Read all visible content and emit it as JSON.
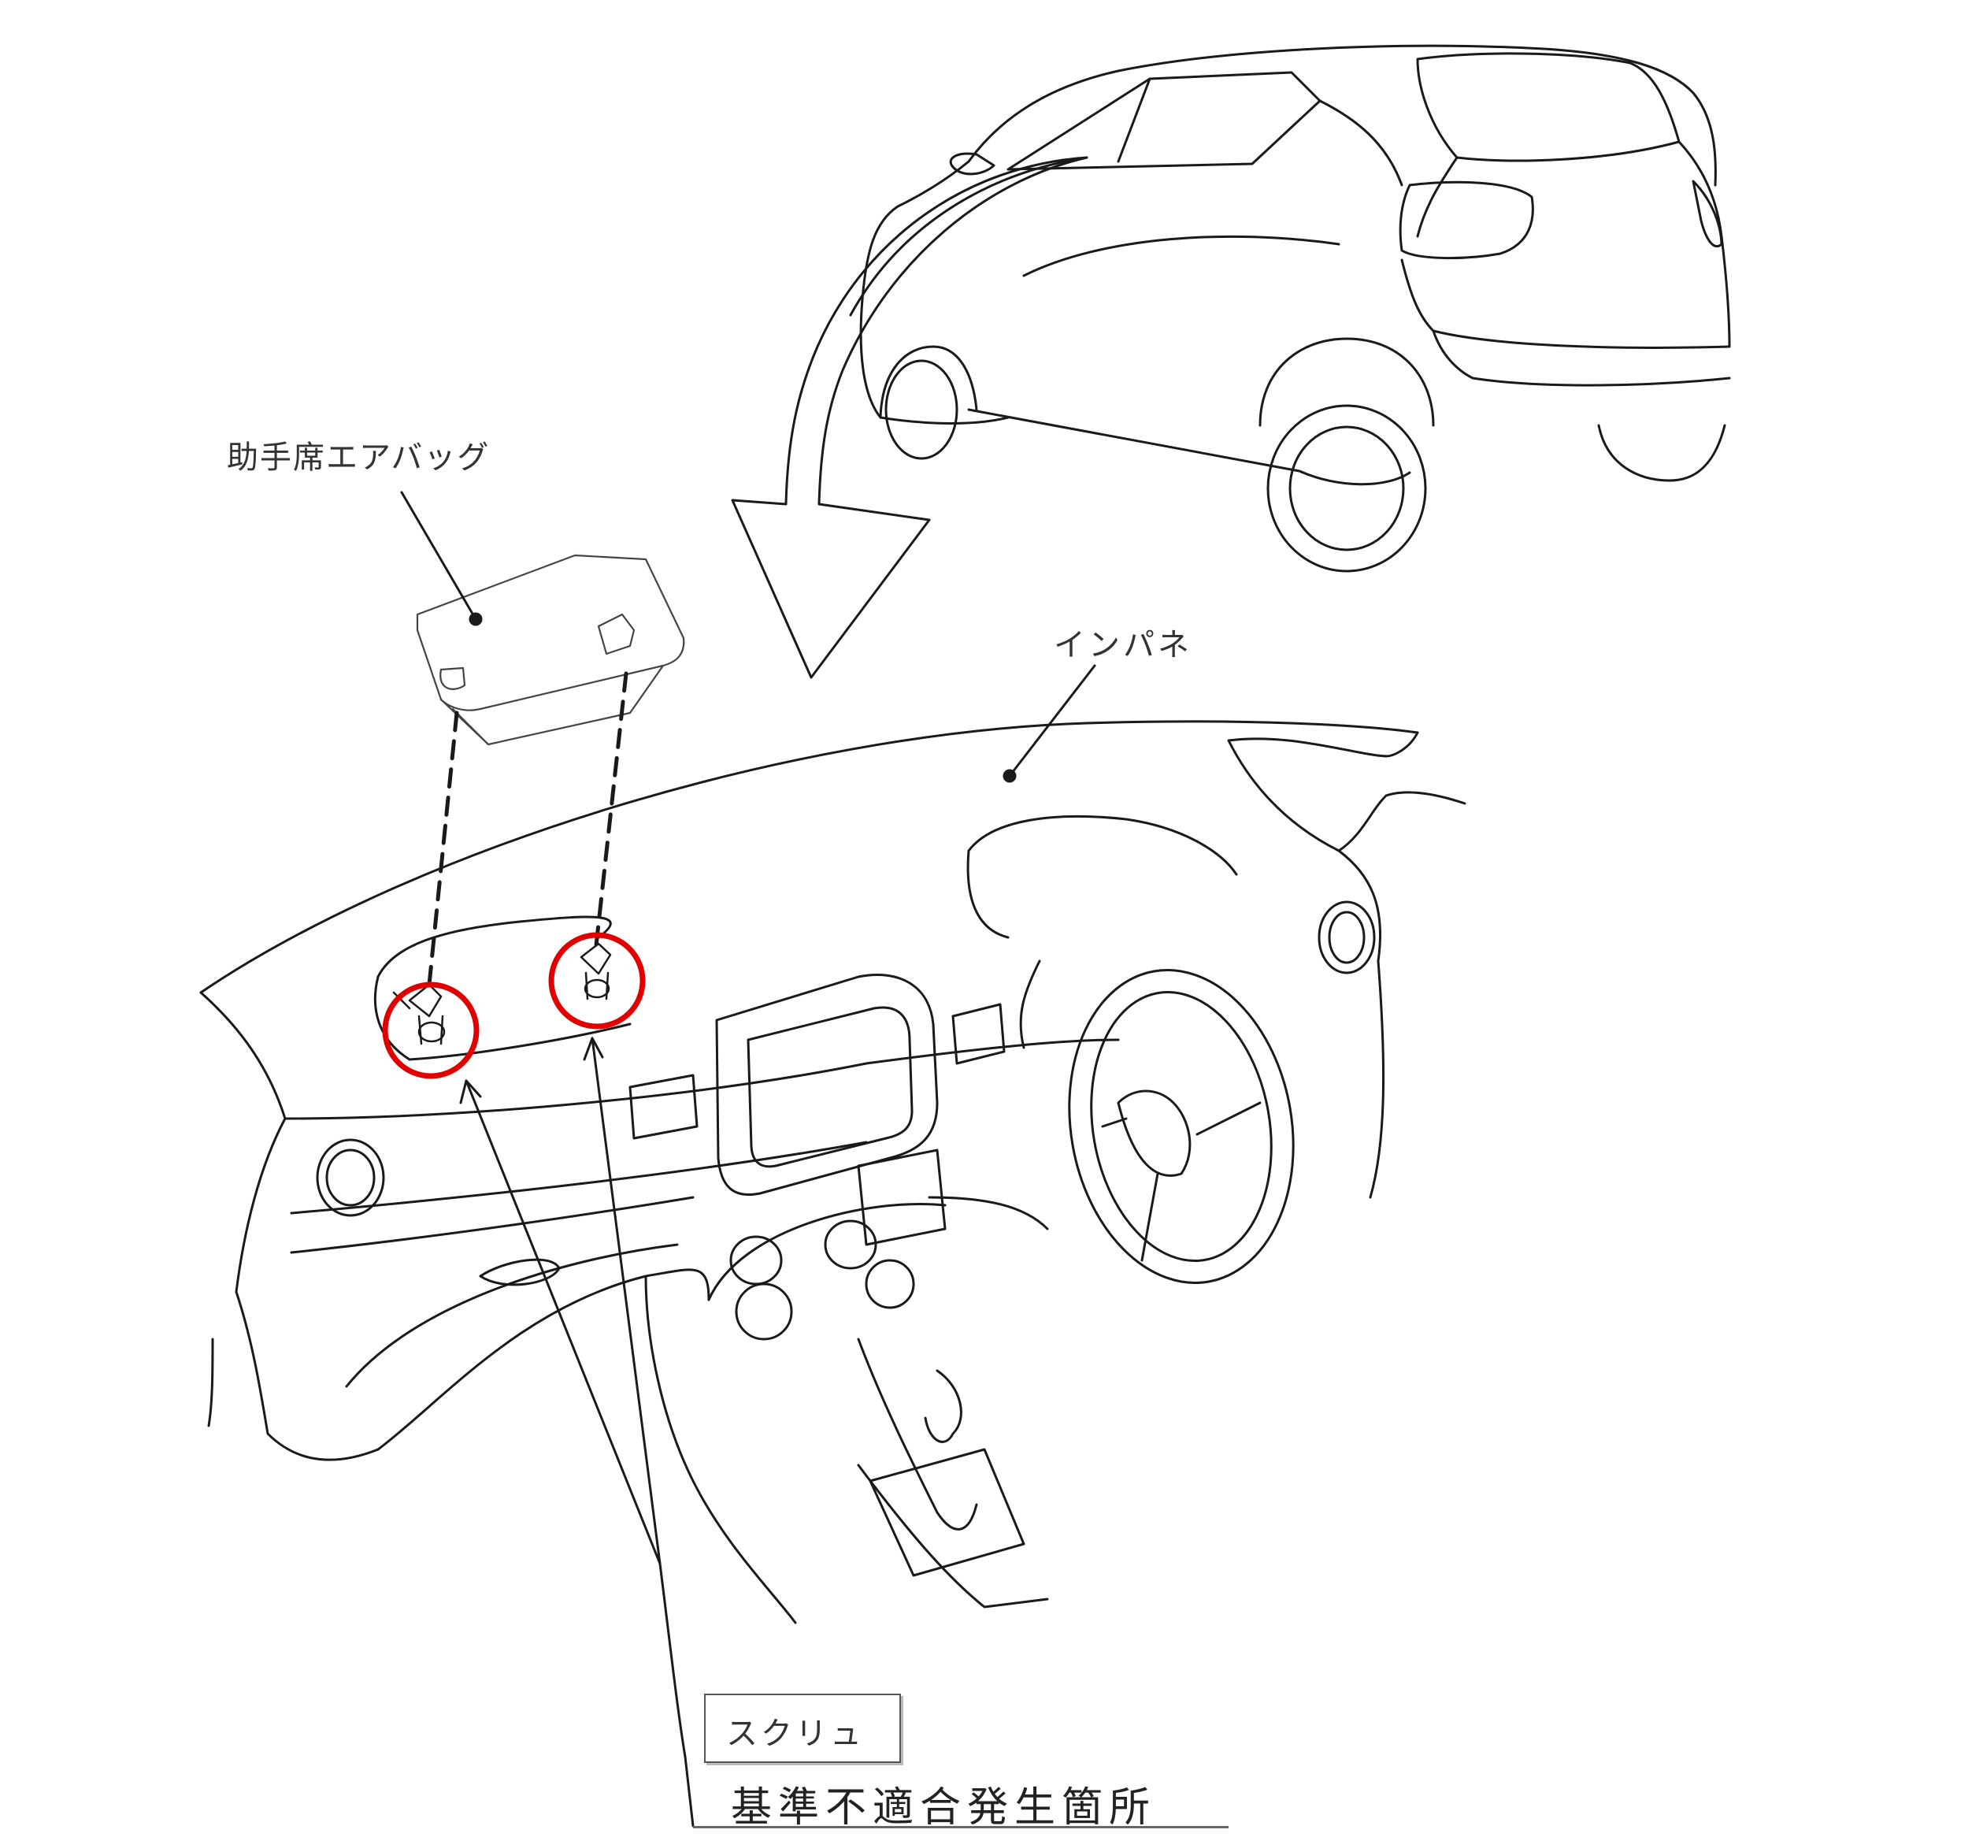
{
  "labels": {
    "airbag": "助手席エアバッグ",
    "instrument_panel": "インパネ",
    "screw": "スクリュ",
    "defect_location": "基準不適合発生箇所"
  },
  "colors": {
    "line": "#1a1a1a",
    "highlight": "#e00000",
    "text": "#333333"
  }
}
